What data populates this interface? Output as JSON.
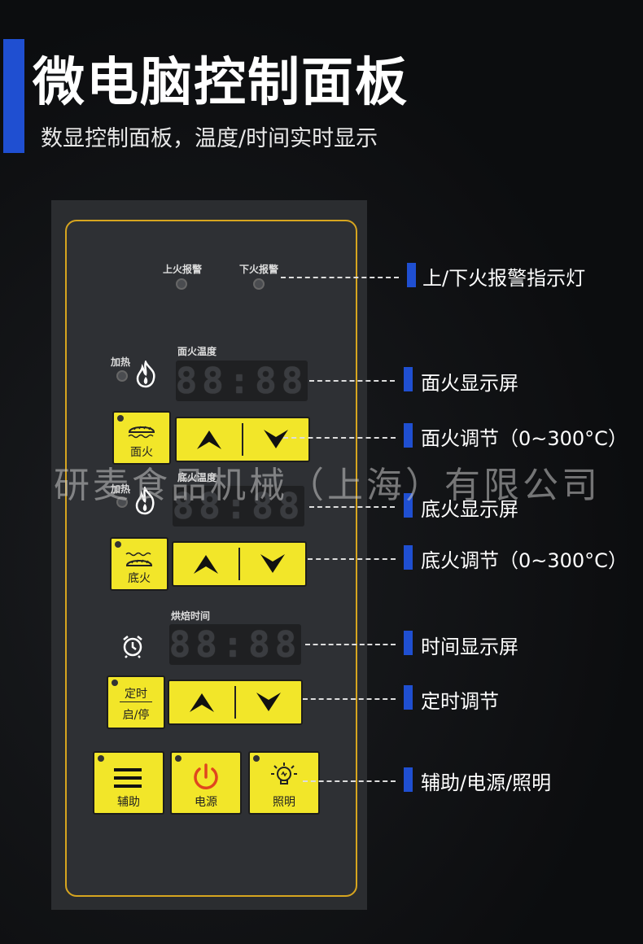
{
  "header": {
    "title": "微电脑控制面板",
    "subtitle": "数显控制面板，温度/时间实时显示"
  },
  "panel": {
    "top_fire_alarm_label": "上火报警",
    "bottom_fire_alarm_label": "下火报警",
    "heat_label": "加热",
    "top_temp_label": "面火温度",
    "bottom_temp_label": "底火温度",
    "bake_time_label": "烘焙时间",
    "display_digits": "88:88",
    "top_fire_button": "面火",
    "bottom_fire_button": "底火",
    "timer_button_top": "定时",
    "timer_button_bottom": "启/停",
    "aux_button": "辅助",
    "power_button": "电源",
    "light_button": "照明"
  },
  "callouts": [
    "上/下火报警指示灯",
    "面火显示屏",
    "面火调节（0~300°C）",
    "底火显示屏",
    "底火调节（0~300°C）",
    "时间显示屏",
    "定时调节",
    "辅助/电源/照明"
  ],
  "watermark": "研麦食品机械（上海）有限公司",
  "colors": {
    "accent_blue": "#1f4fd1",
    "button_yellow": "#f2e629",
    "panel_border": "#d7a51f",
    "power_red": "#e0461e"
  }
}
